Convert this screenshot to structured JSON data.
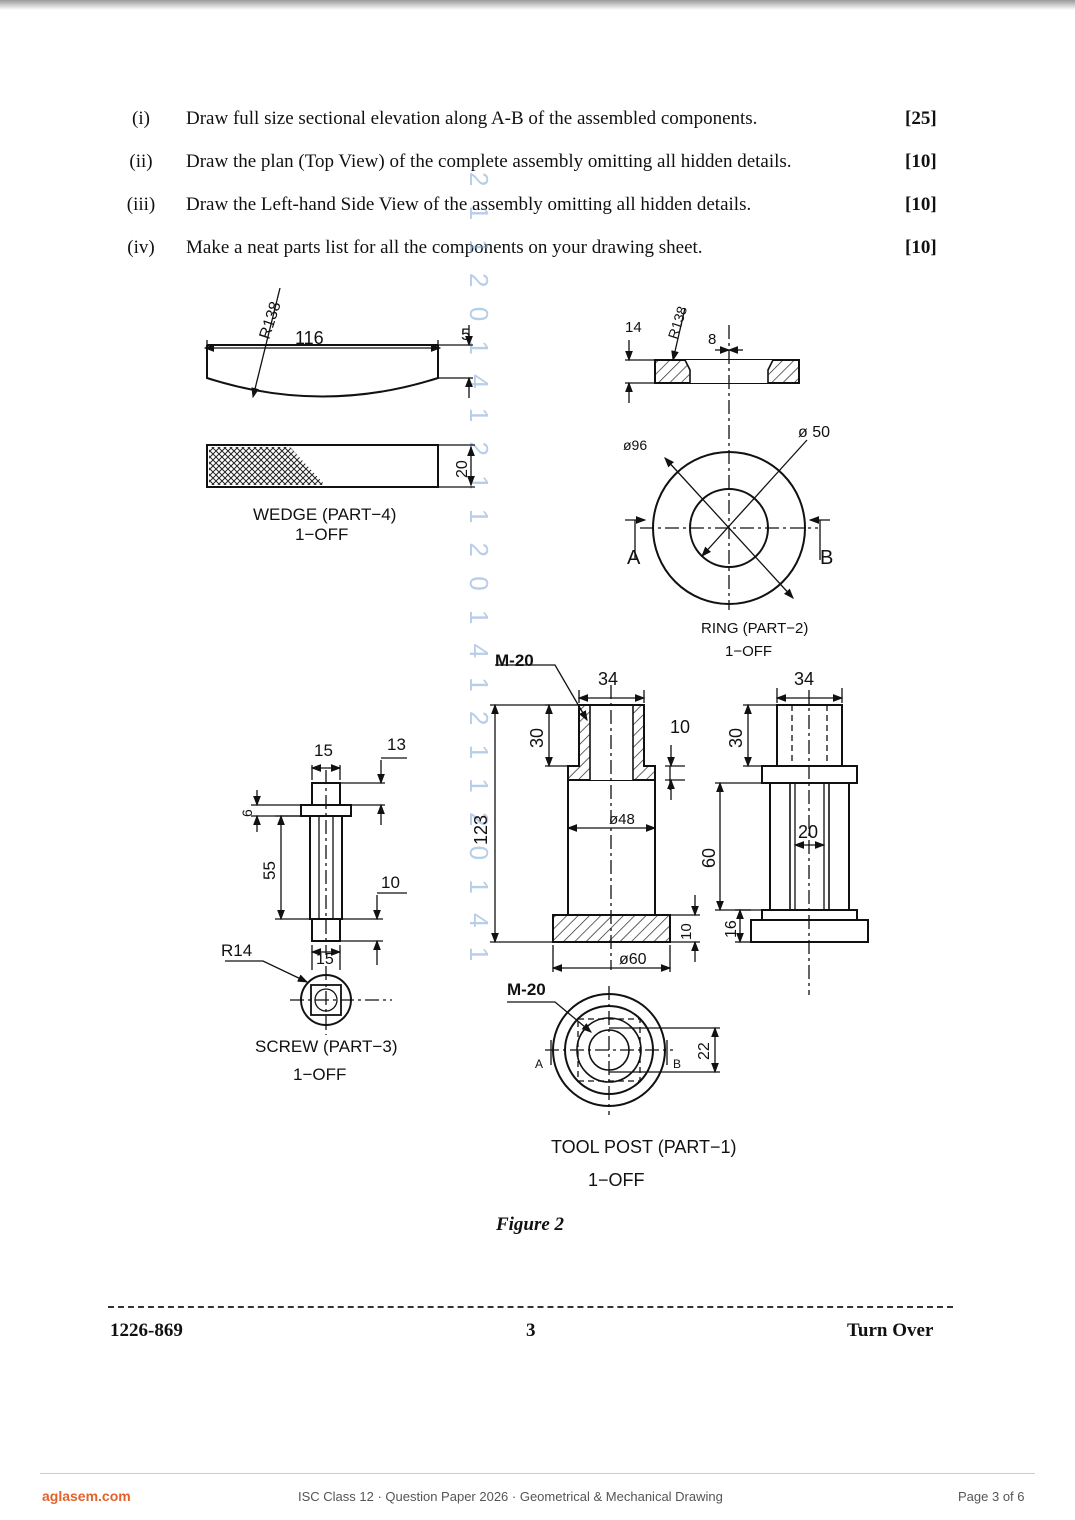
{
  "questions": [
    {
      "num": "(i)",
      "text": "Draw full size sectional elevation along A-B of the assembled components.",
      "marks": "[25]"
    },
    {
      "num": "(ii)",
      "text": "Draw the plan (Top View) of the complete assembly omitting all hidden details.",
      "marks": "[10]"
    },
    {
      "num": "(iii)",
      "text": "Draw the Left-hand Side View of the assembly omitting all hidden details.",
      "marks": "[10]"
    },
    {
      "num": "(iv)",
      "text": "Make a neat parts list for all the components on your drawing sheet.",
      "marks": "[10]"
    }
  ],
  "wedge": {
    "radius": "R138",
    "length": "116",
    "height": "5",
    "width": "20",
    "title": "WEDGE  (PART−4)",
    "qty": "1−OFF"
  },
  "ring": {
    "thickness": "14",
    "radius": "R138",
    "depth": "8",
    "outer_dia": "ø96",
    "inner_dia": "ø 50",
    "sec_a": "A",
    "sec_b": "B",
    "title": "RING  (PART−2)",
    "qty": "1−OFF"
  },
  "screw": {
    "head_dia": "15",
    "head_len": "13",
    "collar": "6",
    "shank": "55",
    "tip_len": "10",
    "tip_dia": "15",
    "radius": "R14",
    "title": "SCREW   (PART−3)",
    "qty": "1−OFF"
  },
  "toolpost": {
    "thread": "M-20",
    "width_top": "34",
    "top_height": "30",
    "step": "10",
    "total_height": "123",
    "bore": "ø48",
    "base_thick": "10",
    "base_dia": "ø60",
    "side_width": "34",
    "side_top": "30",
    "side_mid": "60",
    "slot": "20",
    "side_base": "16",
    "plan_thread": "M-20",
    "plan_a": "A",
    "plan_b": "B",
    "plan_dim": "22",
    "title": "TOOL  POST  (PART−1)",
    "qty": "1−OFF"
  },
  "watermark": "2 1 1 2 0 1 4 1   2 1 1 2 0 1 4 1   2 1 1 2 0 1 4 1",
  "figure_caption": "Figure 2",
  "footer": {
    "code": "1226-869",
    "page": "3",
    "turn": "Turn Over"
  },
  "site": {
    "name": "aglasem.com",
    "meta": "ISC Class 12  ·  Question Paper 2026  ·  Geometrical & Mechanical Drawing",
    "page_of": "Page 3 of 6"
  }
}
